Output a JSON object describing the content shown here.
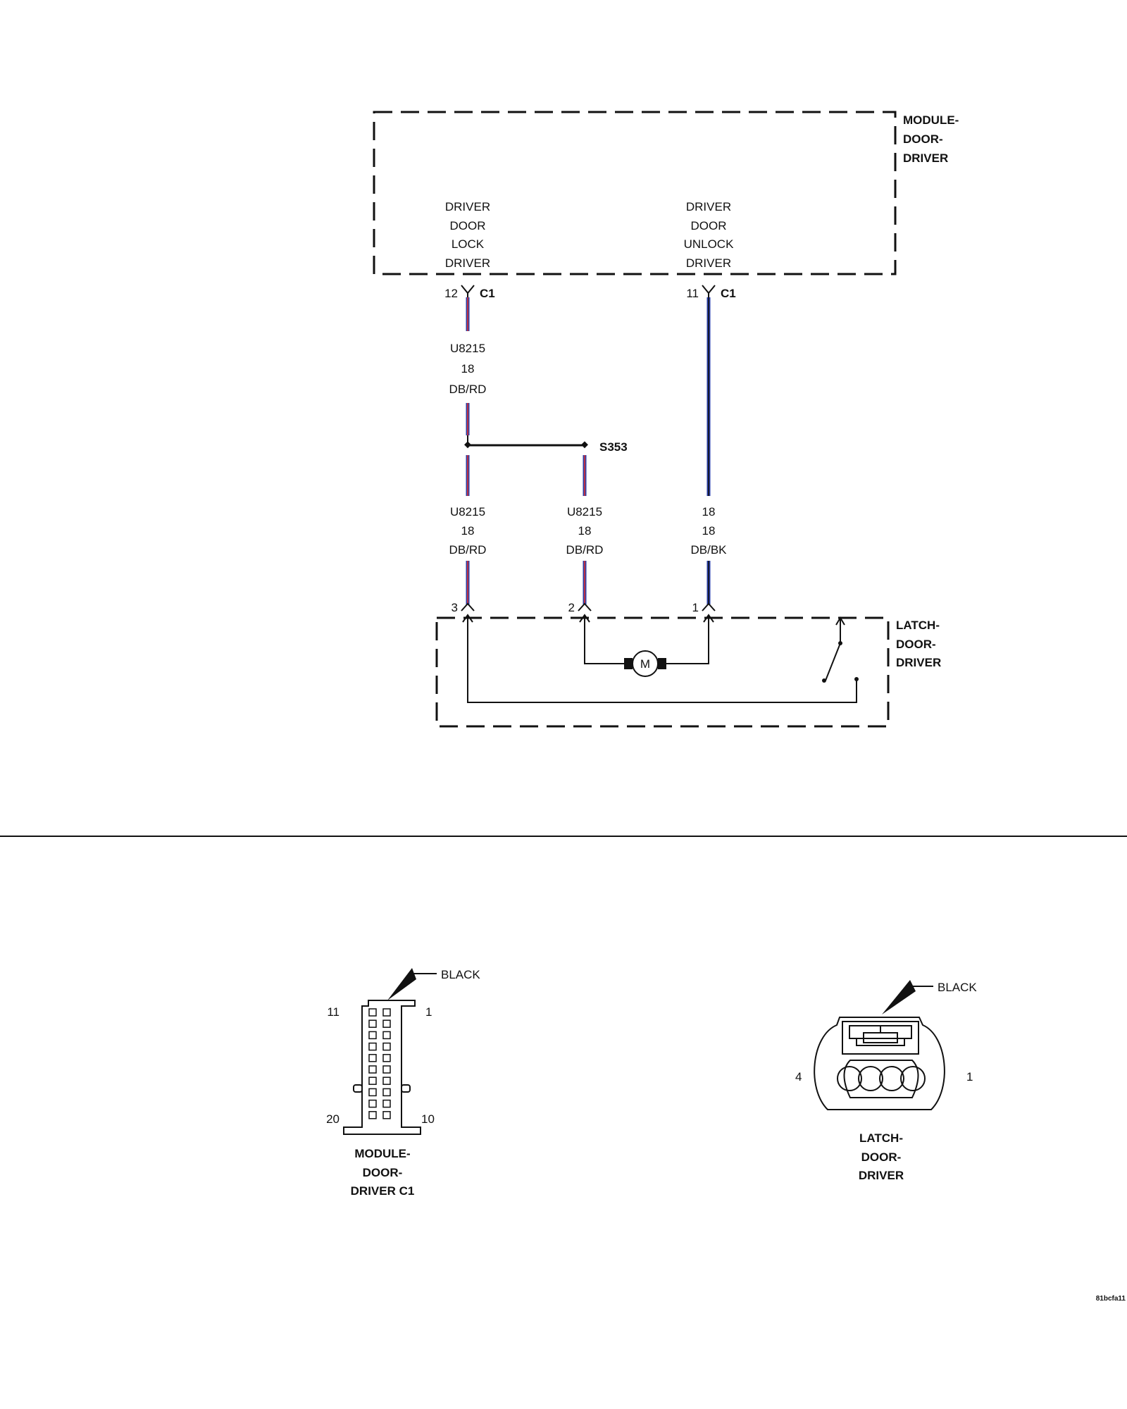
{
  "module": {
    "name_lines": [
      "MODULE-",
      "DOOR-",
      "DRIVER"
    ],
    "lock_driver_lines": [
      "DRIVER",
      "DOOR",
      "LOCK",
      "DRIVER"
    ],
    "unlock_driver_lines": [
      "DRIVER",
      "DOOR",
      "UNLOCK",
      "DRIVER"
    ],
    "lock_pin": "12",
    "unlock_pin": "11",
    "connector": "C1"
  },
  "wires": {
    "top_lock": [
      "U8215",
      "18",
      "DB/RD"
    ],
    "lower_lock": [
      "U8215",
      "18",
      "DB/RD"
    ],
    "lower_branch": [
      "U8215",
      "18",
      "DB/RD"
    ],
    "unlock": [
      "18",
      "18",
      "DB/BK"
    ],
    "splice": "S353",
    "colors": {
      "DB": "#2a3fa8",
      "RD": "#e0302a",
      "BK": "#111111"
    }
  },
  "latch": {
    "name_lines": [
      "LATCH-",
      "DOOR-",
      "DRIVER"
    ],
    "pins": [
      "3",
      "2",
      "1"
    ],
    "motor_label": "M"
  },
  "connector_views": {
    "module_c1": {
      "color_label": "BLACK",
      "pin_labels": {
        "top_left": "11",
        "top_right": "1",
        "bottom_left": "20",
        "bottom_right": "10"
      },
      "name_lines": [
        "MODULE-",
        "DOOR-",
        "DRIVER C1"
      ]
    },
    "latch": {
      "color_label": "BLACK",
      "pin_labels": {
        "left": "4",
        "right": "1"
      },
      "name_lines": [
        "LATCH-",
        "DOOR-",
        "DRIVER"
      ]
    }
  },
  "figure_id": "81bcfa11"
}
